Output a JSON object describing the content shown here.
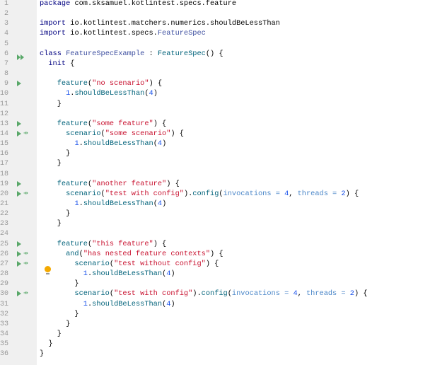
{
  "editor": {
    "lines": [
      [
        {
          "t": "package ",
          "c": "kw"
        },
        {
          "t": "com.sksamuel.kotlintest.specs.feature",
          "c": ""
        }
      ],
      [],
      [
        {
          "t": "import ",
          "c": "kw"
        },
        {
          "t": "io.kotlintest.matchers.numerics.shouldBeLessThan",
          "c": ""
        }
      ],
      [
        {
          "t": "import ",
          "c": "kw"
        },
        {
          "t": "io.kotlintest.specs.",
          "c": ""
        },
        {
          "t": "FeatureSpec",
          "c": "cls"
        }
      ],
      [],
      [
        {
          "t": "class ",
          "c": "kw"
        },
        {
          "t": "FeatureSpecExample",
          "c": "cls"
        },
        {
          "t": " : ",
          "c": ""
        },
        {
          "t": "FeatureSpec",
          "c": "fn"
        },
        {
          "t": "() {",
          "c": ""
        }
      ],
      [
        {
          "t": "  init ",
          "c": "kw"
        },
        {
          "t": "{",
          "c": ""
        }
      ],
      [],
      [
        {
          "t": "    feature",
          "c": "fn"
        },
        {
          "t": "(",
          "c": ""
        },
        {
          "t": "\"no scenario\"",
          "c": "str"
        },
        {
          "t": ") {",
          "c": ""
        }
      ],
      [
        {
          "t": "      ",
          "c": ""
        },
        {
          "t": "1",
          "c": "num"
        },
        {
          "t": ".",
          "c": ""
        },
        {
          "t": "shouldBeLessThan",
          "c": "fn"
        },
        {
          "t": "(",
          "c": ""
        },
        {
          "t": "4",
          "c": "num"
        },
        {
          "t": ")",
          "c": ""
        }
      ],
      [
        {
          "t": "    }",
          "c": ""
        }
      ],
      [],
      [
        {
          "t": "    feature",
          "c": "fn"
        },
        {
          "t": "(",
          "c": ""
        },
        {
          "t": "\"some feature\"",
          "c": "str"
        },
        {
          "t": ") {",
          "c": ""
        }
      ],
      [
        {
          "t": "      scenario",
          "c": "fn"
        },
        {
          "t": "(",
          "c": ""
        },
        {
          "t": "\"some scenario\"",
          "c": "str"
        },
        {
          "t": ") {",
          "c": ""
        }
      ],
      [
        {
          "t": "        ",
          "c": ""
        },
        {
          "t": "1",
          "c": "num"
        },
        {
          "t": ".",
          "c": ""
        },
        {
          "t": "shouldBeLessThan",
          "c": "fn"
        },
        {
          "t": "(",
          "c": ""
        },
        {
          "t": "4",
          "c": "num"
        },
        {
          "t": ")",
          "c": ""
        }
      ],
      [
        {
          "t": "      }",
          "c": ""
        }
      ],
      [
        {
          "t": "    }",
          "c": ""
        }
      ],
      [],
      [
        {
          "t": "    feature",
          "c": "fn"
        },
        {
          "t": "(",
          "c": ""
        },
        {
          "t": "\"another feature\"",
          "c": "str"
        },
        {
          "t": ") {",
          "c": ""
        }
      ],
      [
        {
          "t": "      scenario",
          "c": "fn"
        },
        {
          "t": "(",
          "c": ""
        },
        {
          "t": "\"test with config\"",
          "c": "str"
        },
        {
          "t": ").",
          "c": ""
        },
        {
          "t": "config",
          "c": "fn"
        },
        {
          "t": "(",
          "c": ""
        },
        {
          "t": "invocations = ",
          "c": "param"
        },
        {
          "t": "4",
          "c": "num"
        },
        {
          "t": ", ",
          "c": ""
        },
        {
          "t": "threads = ",
          "c": "param"
        },
        {
          "t": "2",
          "c": "num"
        },
        {
          "t": ") {",
          "c": ""
        }
      ],
      [
        {
          "t": "        ",
          "c": ""
        },
        {
          "t": "1",
          "c": "num"
        },
        {
          "t": ".",
          "c": ""
        },
        {
          "t": "shouldBeLessThan",
          "c": "fn"
        },
        {
          "t": "(",
          "c": ""
        },
        {
          "t": "4",
          "c": "num"
        },
        {
          "t": ")",
          "c": ""
        }
      ],
      [
        {
          "t": "      }",
          "c": ""
        }
      ],
      [
        {
          "t": "    }",
          "c": ""
        }
      ],
      [],
      [
        {
          "t": "    feature",
          "c": "fn"
        },
        {
          "t": "(",
          "c": ""
        },
        {
          "t": "\"this feature\"",
          "c": "str"
        },
        {
          "t": ") {",
          "c": ""
        }
      ],
      [
        {
          "t": "      and",
          "c": "fn"
        },
        {
          "t": "(",
          "c": ""
        },
        {
          "t": "\"has nested feature contexts\"",
          "c": "str"
        },
        {
          "t": ") {",
          "c": ""
        }
      ],
      [
        {
          "t": "        scenario",
          "c": "fn"
        },
        {
          "t": "(",
          "c": ""
        },
        {
          "t": "\"test without config\"",
          "c": "str"
        },
        {
          "t": ") {",
          "c": ""
        }
      ],
      [
        {
          "t": "          ",
          "c": ""
        },
        {
          "t": "1",
          "c": "num"
        },
        {
          "t": ".",
          "c": ""
        },
        {
          "t": "shouldBeLessThan",
          "c": "fn"
        },
        {
          "t": "(",
          "c": ""
        },
        {
          "t": "4",
          "c": "num"
        },
        {
          "t": ")",
          "c": ""
        }
      ],
      [
        {
          "t": "        }",
          "c": ""
        }
      ],
      [
        {
          "t": "        scenario",
          "c": "fn"
        },
        {
          "t": "(",
          "c": ""
        },
        {
          "t": "\"test with config\"",
          "c": "str"
        },
        {
          "t": ").",
          "c": ""
        },
        {
          "t": "config",
          "c": "fn"
        },
        {
          "t": "(",
          "c": ""
        },
        {
          "t": "invocations = ",
          "c": "param"
        },
        {
          "t": "4",
          "c": "num"
        },
        {
          "t": ", ",
          "c": ""
        },
        {
          "t": "threads = ",
          "c": "param"
        },
        {
          "t": "2",
          "c": "num"
        },
        {
          "t": ") {",
          "c": ""
        }
      ],
      [
        {
          "t": "          ",
          "c": ""
        },
        {
          "t": "1",
          "c": "num"
        },
        {
          "t": ".",
          "c": ""
        },
        {
          "t": "shouldBeLessThan",
          "c": "fn"
        },
        {
          "t": "(",
          "c": ""
        },
        {
          "t": "4",
          "c": "num"
        },
        {
          "t": ")",
          "c": ""
        }
      ],
      [
        {
          "t": "        }",
          "c": ""
        }
      ],
      [
        {
          "t": "      }",
          "c": ""
        }
      ],
      [
        {
          "t": "    }",
          "c": ""
        }
      ],
      [
        {
          "t": "  }",
          "c": ""
        }
      ],
      [
        {
          "t": "}",
          "c": ""
        }
      ]
    ],
    "gutter_icons": {
      "6": [
        "run-all-icon"
      ],
      "9": [
        "run-icon"
      ],
      "13": [
        "run-icon"
      ],
      "14": [
        "run-icon",
        "run-test-icon"
      ],
      "19": [
        "run-icon"
      ],
      "20": [
        "run-icon",
        "run-test-icon"
      ],
      "25": [
        "run-icon"
      ],
      "26": [
        "run-icon",
        "run-test-icon"
      ],
      "27": [
        "run-icon",
        "run-test-icon"
      ],
      "30": [
        "run-icon",
        "run-test-icon"
      ]
    },
    "intention_bulb_line": 28
  }
}
